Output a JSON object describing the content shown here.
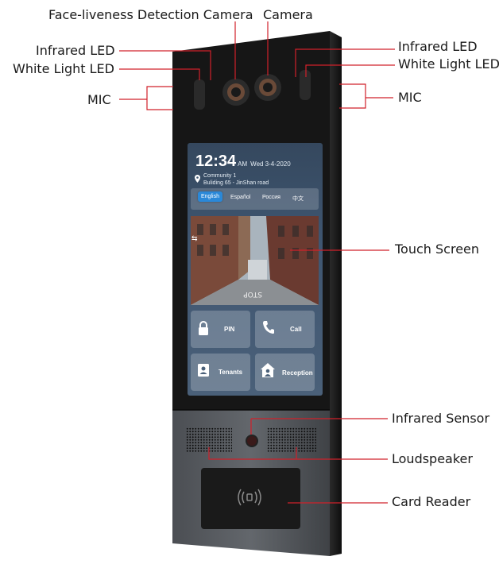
{
  "labels": {
    "face_camera": "Face-liveness Detection Camera",
    "camera": "Camera",
    "ir_led_left": "Infrared LED",
    "white_led_left": "White Light LED",
    "mic_left": "MIC",
    "ir_led_right": "Infrared LED",
    "white_led_right": "White Light LED",
    "mic_right": "MIC",
    "touch_screen": "Touch Screen",
    "infrared_sensor": "Infrared Sensor",
    "loudspeaker": "Loudspeaker",
    "card_reader": "Card Reader"
  },
  "screen": {
    "time": "12:34",
    "ampm": "AM",
    "date": "Wed 3-4-2020",
    "address_line1": "Community 1",
    "address_line2": "Buliding 65 - JinShan road",
    "languages": [
      "English",
      "Español",
      "Россия",
      "中文"
    ],
    "tiles": {
      "pin": "PIN",
      "call": "Call",
      "tenants": "Tenants",
      "reception": "Reception"
    }
  },
  "colors": {
    "leader_line": "#d0202a",
    "active_language": "#2a88d8",
    "panel_top": "#1a1a1a",
    "panel_bottom": "#5a5d62"
  },
  "icons": [
    "location-pin-icon",
    "lock-icon",
    "phone-icon",
    "contact-card-icon",
    "house-person-icon",
    "nfc-icon",
    "switch-camera-icon"
  ]
}
